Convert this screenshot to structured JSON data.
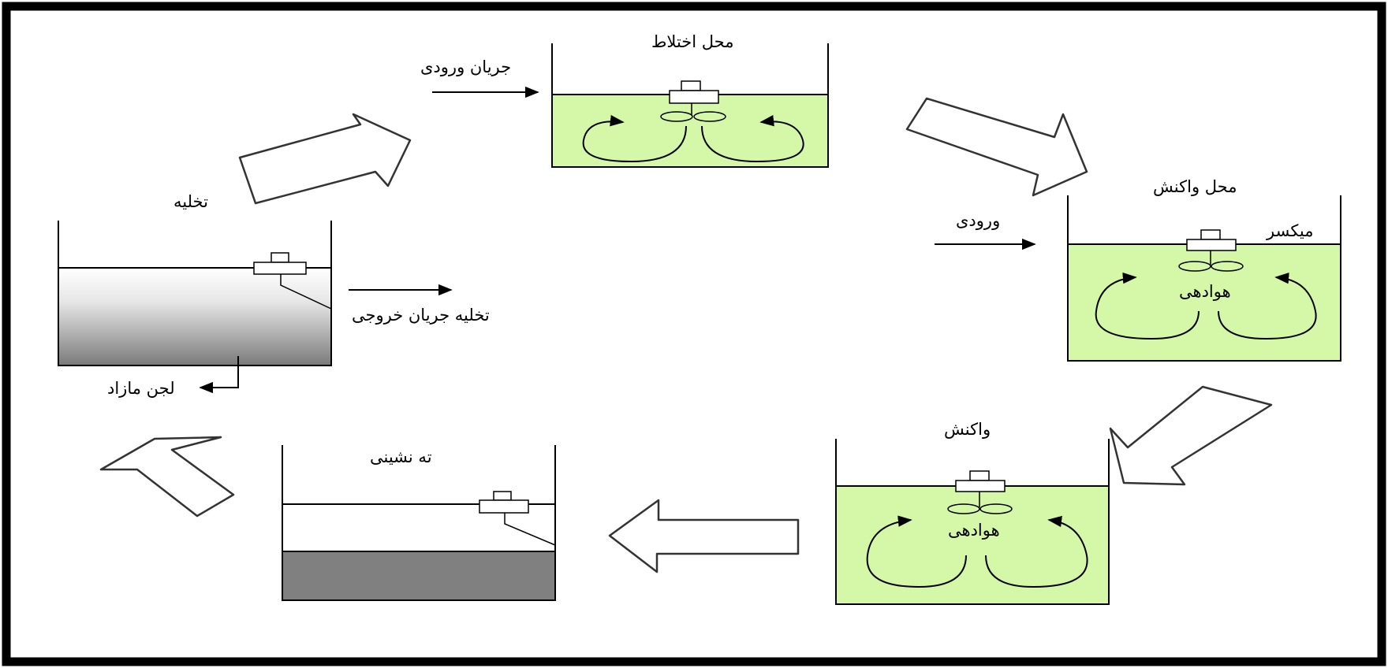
{
  "colors": {
    "border": "#000000",
    "liquid": "#d4f7a8",
    "sludge": "#808080",
    "arrow_fill": "#ffffff",
    "arrow_stroke": "#333333"
  },
  "labels": {
    "fill": "محل اختلاط",
    "fill_inflow": "جریان ورودی",
    "react": "محل واکنش",
    "react_inflow": "ورودی",
    "mixer": "میکسر",
    "react_aeration": "هوادهی",
    "reaction": "واکنش",
    "reaction_aeration": "هوادهی",
    "settle": "ته نشینی",
    "draw": "تخلیه",
    "draw_outflow": "تخلیه جریان خروجی",
    "waste_sludge": "لجن مازاد"
  }
}
